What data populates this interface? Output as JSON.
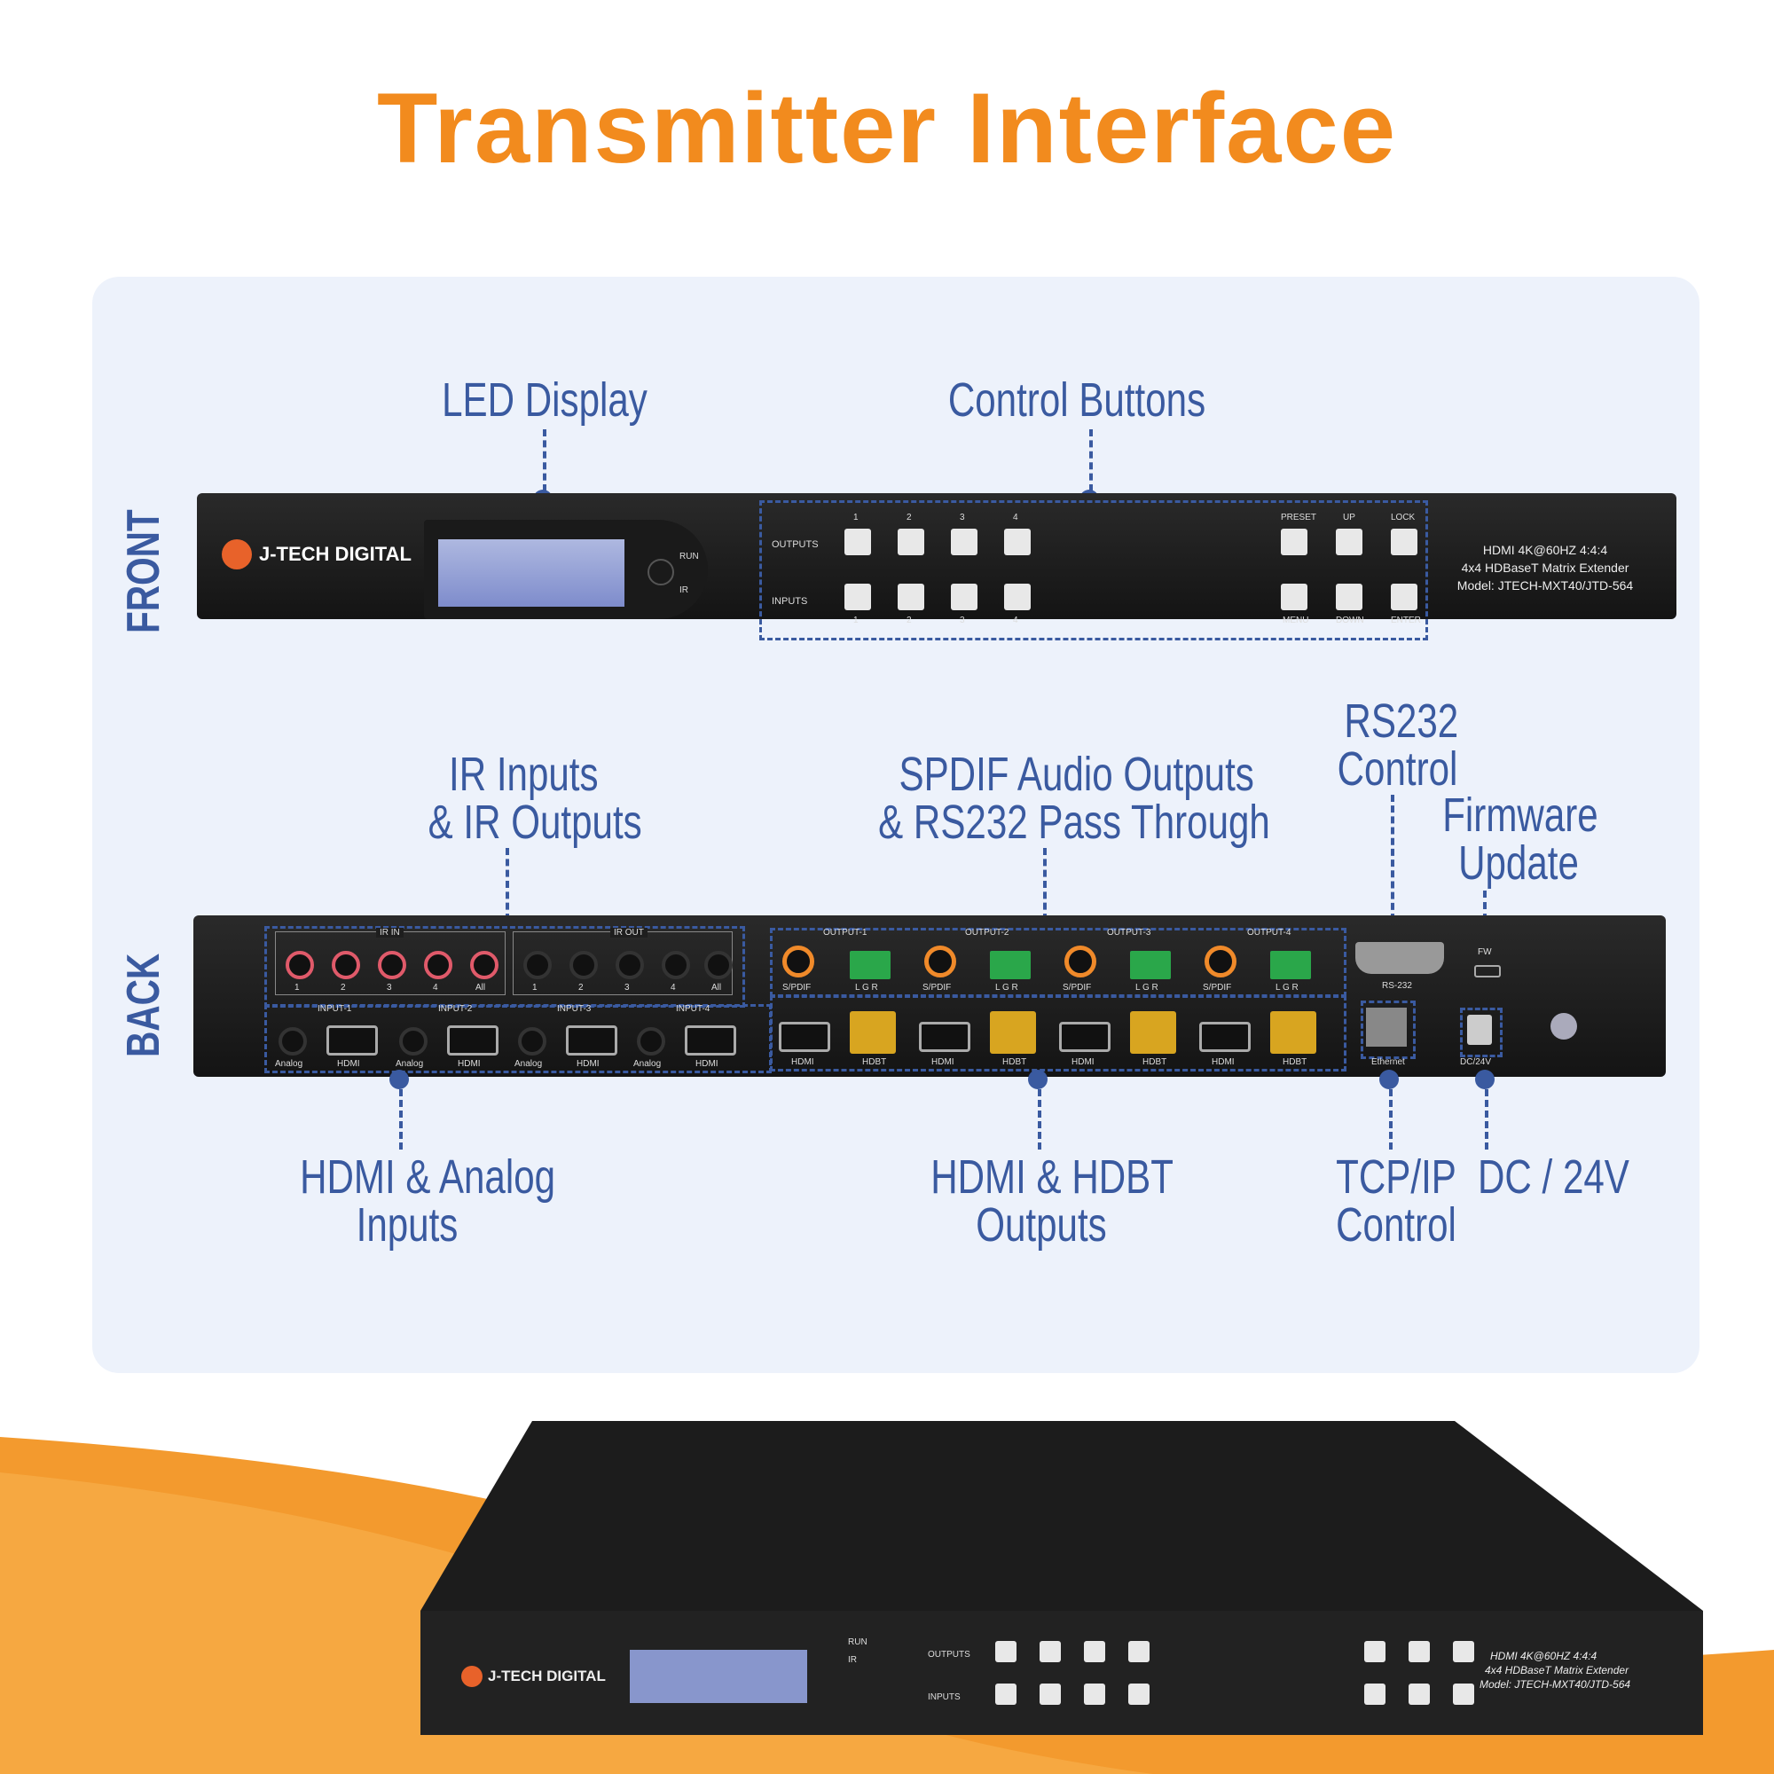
{
  "title": "Transmitter Interface",
  "side_labels": {
    "front": "FRONT",
    "back": "BACK"
  },
  "callouts": {
    "led_display": "LED Display",
    "control_buttons": "Control Buttons",
    "ir": [
      "IR Inputs",
      "& IR Outputs"
    ],
    "spdif": [
      "SPDIF Audio Outputs",
      "& RS232 Pass Through"
    ],
    "rs232": [
      "RS232",
      "Control"
    ],
    "firmware": [
      "Firmware",
      "Update"
    ],
    "hdmi_analog": [
      "HDMI & Analog",
      "Inputs"
    ],
    "hdmi_hdbt": [
      "HDMI & HDBT",
      "Outputs"
    ],
    "tcpip": [
      "TCP/IP",
      "Control"
    ],
    "dc": "DC / 24V"
  },
  "front_panel": {
    "brand": "J-TECH DIGITAL",
    "run": "RUN",
    "ir": "IR",
    "outputs": "OUTPUTS",
    "inputs": "INPUTS",
    "numbers": [
      "1",
      "2",
      "3",
      "4"
    ],
    "preset": "PRESET",
    "up": "UP",
    "lock": "LOCK",
    "menu": "MENU",
    "down": "DOWN",
    "enter": "ENTER",
    "spec_lines": [
      "HDMI 4K@60HZ 4:4:4",
      "4x4 HDBaseT Matrix Extender",
      "Model: JTECH-MXT40/JTD-564"
    ]
  },
  "back_panel": {
    "ir_in": "IR IN",
    "ir_out": "IR OUT",
    "ir_nums": [
      "1",
      "2",
      "3",
      "4",
      "All"
    ],
    "inputs": [
      "INPUT-1",
      "INPUT-2",
      "INPUT-3",
      "INPUT-4"
    ],
    "analog": "Analog",
    "hdmi": "HDMI",
    "outputs": [
      "OUTPUT-1",
      "OUTPUT-2",
      "OUTPUT-3",
      "OUTPUT-4"
    ],
    "spdif": "S/PDIF",
    "lgr": "L G R",
    "hdbt": "HDBT",
    "rs232": "RS-232",
    "fw": "FW",
    "ethernet": "Ethernet",
    "dc24v": "DC/24V"
  },
  "colors": {
    "accent": "#f28b1e",
    "label_blue": "#3a5aa0",
    "panel_bg": "#edf2fb"
  }
}
